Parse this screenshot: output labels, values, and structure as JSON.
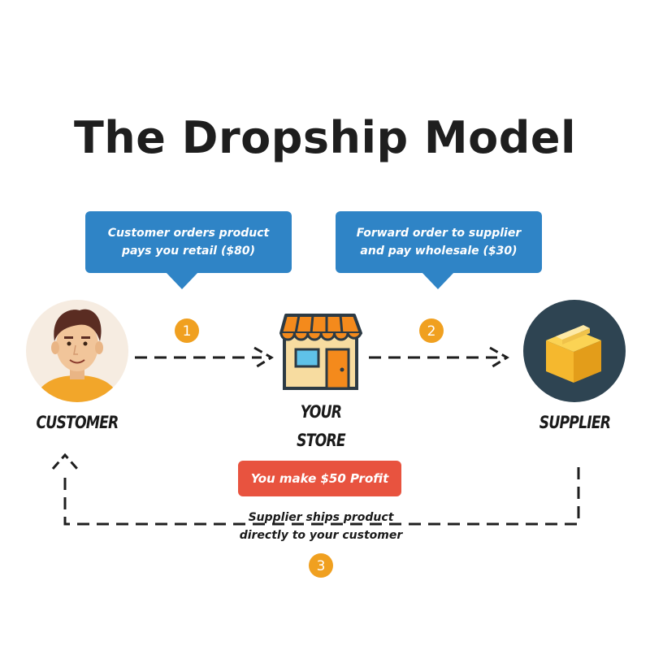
{
  "title": "The Dropship Model",
  "colors": {
    "bubble": "#2f84c6",
    "step": "#f0a020",
    "profit": "#e8533f",
    "text_dark": "#1a1a1a",
    "supplier_circle": "#2e4452",
    "customer_circle": "#f6ece1"
  },
  "bubbles": [
    {
      "line1": "Customer orders product",
      "line2": "pays you retail ($80)"
    },
    {
      "line1": "Forward order to supplier",
      "line2": "and pay wholesale ($30)"
    }
  ],
  "steps": [
    "1",
    "2",
    "3"
  ],
  "nodes": {
    "customer": {
      "label": "CUSTOMER",
      "icon": "customer-avatar-icon"
    },
    "store": {
      "label_line1": "YOUR",
      "label_line2": "STORE",
      "icon": "store-icon"
    },
    "supplier": {
      "label": "SUPPLIER",
      "icon": "package-box-icon"
    }
  },
  "profit": "You make $50 Profit",
  "ship_note": {
    "line1": "Supplier ships product",
    "line2": "directly to your customer"
  }
}
